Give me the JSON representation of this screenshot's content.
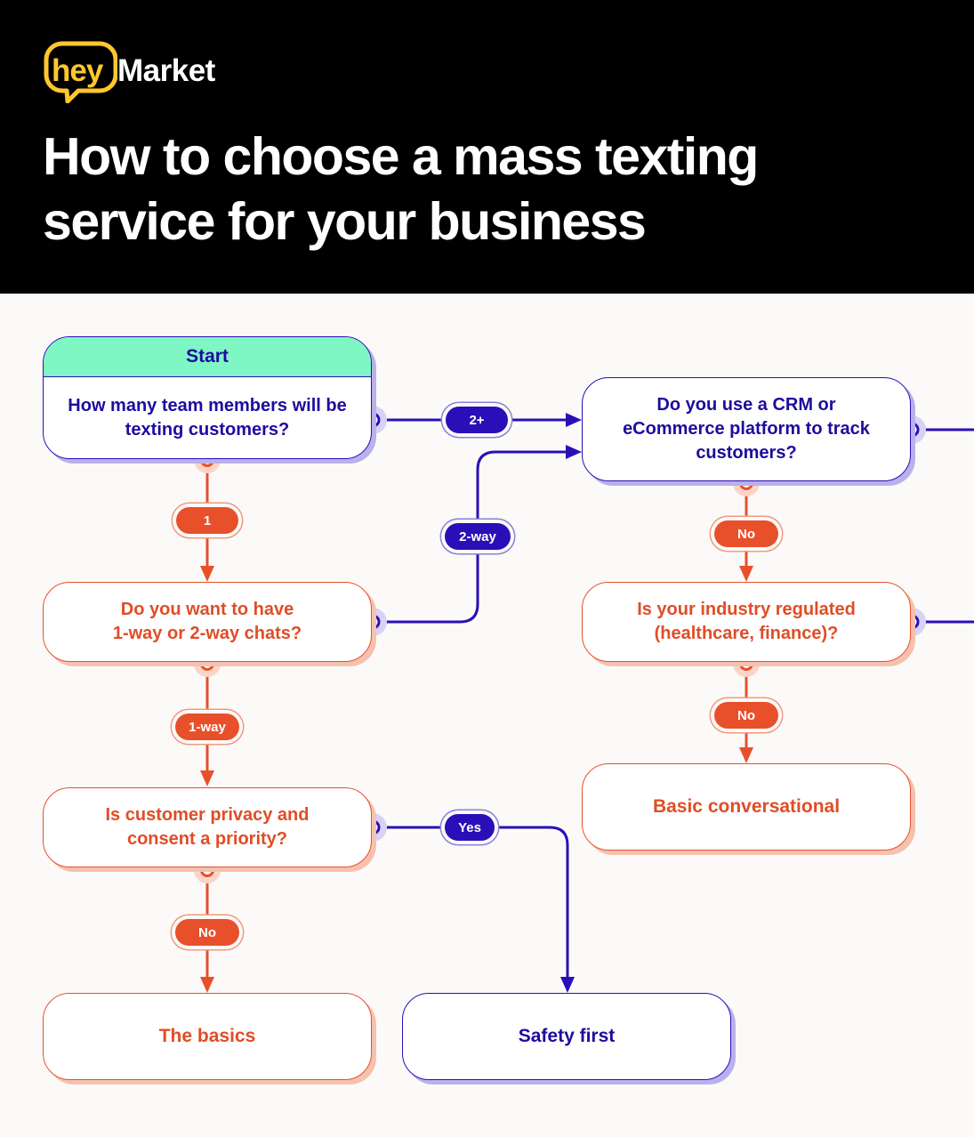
{
  "brand": {
    "hey": "hey",
    "market": "Market"
  },
  "title": {
    "line1": "How to choose a mass texting",
    "line2": "service for your business"
  },
  "colors": {
    "blue": "#2a0fb8",
    "orange": "#e8502c",
    "mint": "#7ef7c4",
    "logo_yellow": "#ffc72c"
  },
  "flowchart": {
    "start": {
      "label": "Start",
      "question": "How many team members will be texting customers?"
    },
    "q_chats": {
      "line1": "Do you want to have",
      "line2": "1-way or 2-way chats?"
    },
    "q_privacy": {
      "line1": "Is customer privacy and",
      "line2": "consent a priority?"
    },
    "q_crm": {
      "line1": "Do you use a CRM or",
      "line2": "eCommerce platform to track",
      "line3": "customers?"
    },
    "q_regulated": {
      "line1": "Is your industry regulated",
      "line2": "(healthcare, finance)?"
    },
    "results": {
      "basics": "The basics",
      "safety": "Safety first",
      "basic_conv": "Basic conversational"
    },
    "edges": {
      "start_one": "1",
      "start_two_plus": "2+",
      "chats_one_way": "1-way",
      "chats_two_way": "2-way",
      "privacy_no": "No",
      "privacy_yes": "Yes",
      "crm_no": "No",
      "regulated_no": "No"
    }
  }
}
